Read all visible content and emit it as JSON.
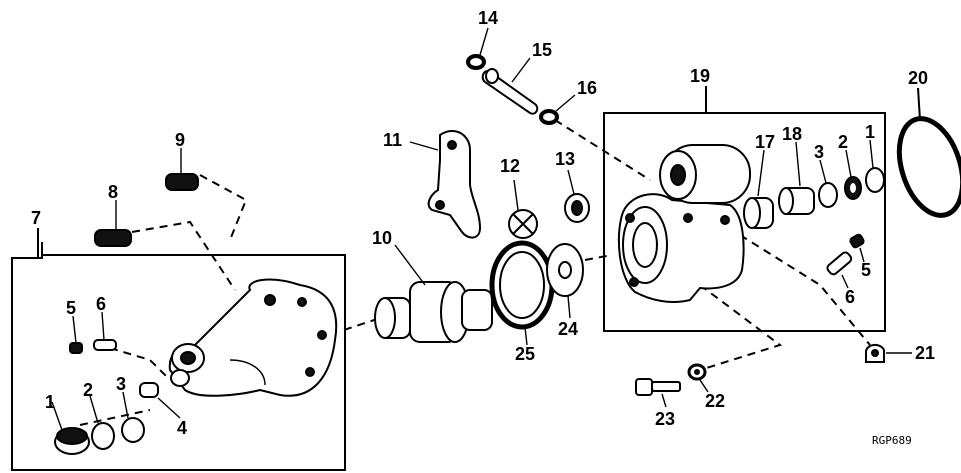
{
  "labels": {
    "p1a": "1",
    "p2a": "2",
    "p3a": "3",
    "p4": "4",
    "p5a": "5",
    "p6a": "6",
    "p7": "7",
    "p8": "8",
    "p9": "9",
    "p10": "10",
    "p11": "11",
    "p12": "12",
    "p13": "13",
    "p14": "14",
    "p15": "15",
    "p16": "16",
    "p17": "17",
    "p18": "18",
    "p3b": "3",
    "p2b": "2",
    "p1b": "1",
    "p19": "19",
    "p20": "20",
    "p5b": "5",
    "p6b": "6",
    "p21": "21",
    "p22": "22",
    "p23": "23",
    "p24": "24",
    "p25": "25"
  },
  "figure_code": "RGP689"
}
